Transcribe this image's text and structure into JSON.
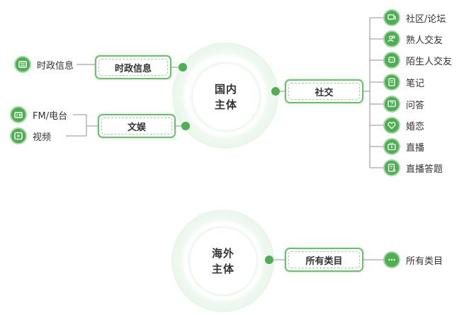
{
  "domestic_core": {
    "line1": "国内",
    "line2": "主体"
  },
  "overseas_core": {
    "line1": "海外",
    "line2": "主体"
  },
  "nodes": {
    "politics": "时政信息",
    "entertainment": "文娱",
    "social": "社交",
    "all_categories": "所有类目"
  },
  "leaves": {
    "politics": "时政信息",
    "fm_radio": "FM/电台",
    "video": "视频",
    "community": "社区/论坛",
    "acquaintance": "熟人交友",
    "stranger": "陌生人交友",
    "notes": "笔记",
    "qa": "问答",
    "dating": "婚恋",
    "live": "直播",
    "live_quiz": "直播答题",
    "all_categories": "所有类目"
  },
  "colors": {
    "accent": "#4caf50",
    "border": "#6cc070",
    "line": "#9e9e9e"
  }
}
